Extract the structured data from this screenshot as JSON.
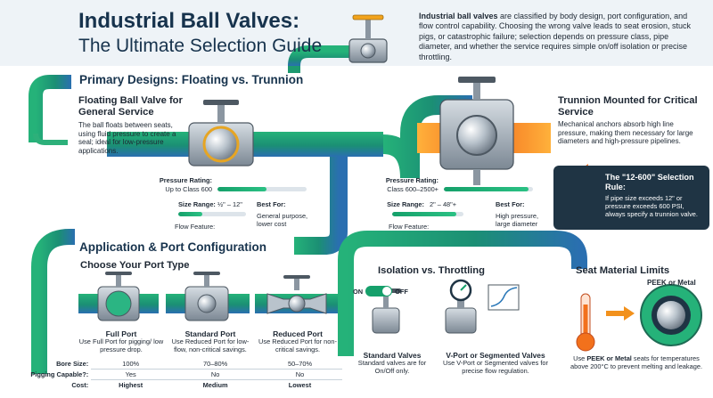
{
  "header": {
    "title": "Industrial Ball Valves:",
    "subtitle": "The Ultimate Selection Guide",
    "intro_bold": "Industrial ball valves",
    "intro_rest": " are classified by body design, port configuration, and flow control capability. Choosing the wrong valve leads to seat erosion, stuck pigs, or catastrophic failure; selection depends on pressure class, pipe diameter, and whether the service requires simple on/off isolation or precise throttling."
  },
  "primary": {
    "section_title": "Primary Designs: Floating vs. Trunnion",
    "floating": {
      "title": "Floating Ball Valve for General Service",
      "description": "The ball floats between seats, using fluid pressure to create a seal; ideal for low-pressure applications."
    },
    "trunnion": {
      "title": "Trunnion Mounted for Critical Service",
      "description": "Mechanical anchors absorb high line pressure, making them necessary for large diameters and high-pressure pipelines."
    },
    "floating_specs": {
      "pressure_label": "Pressure Rating:",
      "pressure_value": "Up to Class 600",
      "pressure_level": 0.55,
      "size_label": "Size Range:",
      "size_value": "½\" – 12\"",
      "size_level": 0.35,
      "best_label": "Best For:",
      "best_value": "General purpose, lower cost",
      "flow_label": "Flow Feature:"
    },
    "trunnion_specs": {
      "pressure_label": "Pressure Rating:",
      "pressure_value": "Class 600–2500+",
      "pressure_level": 0.95,
      "size_label": "Size Range:",
      "size_value": "2\" – 48\"+",
      "size_level": 0.9,
      "best_label": "Best For:",
      "best_value": "High pressure, large diameter",
      "flow_label": "Flow Feature:"
    },
    "callout": {
      "title": "The \"12-600\" Selection Rule:",
      "text": "If pipe size exceeds 12\" or pressure exceeds 600 PSI, always specify a trunnion valve."
    }
  },
  "ports": {
    "section_title": "Application & Port Configuration",
    "choose_title": "Choose Your Port Type",
    "full": {
      "name": "Full Port",
      "desc": "Use Full Port for pigging/ low pressure drop."
    },
    "standard": {
      "name": "Standard Port",
      "desc": "Use Reduced Port for low-flow, non-critical savings."
    },
    "reduced": {
      "name": "Reduced Port",
      "desc": "Use Reduced Port for non-critical savings."
    },
    "table": {
      "bore_label": "Bore Size:",
      "pigging_label": "Pigging Capable?:",
      "cost_label": "Cost:",
      "full": [
        "100%",
        "Yes",
        "Highest"
      ],
      "standard": [
        "70–80%",
        "No",
        "Medium"
      ],
      "reduced": [
        "50–70%",
        "No",
        "Lowest"
      ]
    }
  },
  "isolation": {
    "section_title": "Isolation vs. Throttling",
    "toggle_on": "ON",
    "toggle_off": "OFF",
    "standard_title": "Standard Valves",
    "standard_desc": "Standard valves are for On/Off only.",
    "vport_title": "V-Port or Segmented Valves",
    "vport_desc": "Use V-Port or Segmented valves for precise flow regulation."
  },
  "seat": {
    "section_title": "Seat Material Limits",
    "peek_label": "PEEK or Metal",
    "desc_prefix": "Use ",
    "desc_bold": "PEEK or Metal",
    "desc_suffix": " seats for temperatures above 200°C to prevent melting and leakage."
  },
  "colors": {
    "pipe_green": "#1fa266",
    "pipe_blue": "#2a78b8",
    "heat_orange": "#f2711c",
    "navy": "#17334d",
    "callout_bg": "#1f3444"
  }
}
